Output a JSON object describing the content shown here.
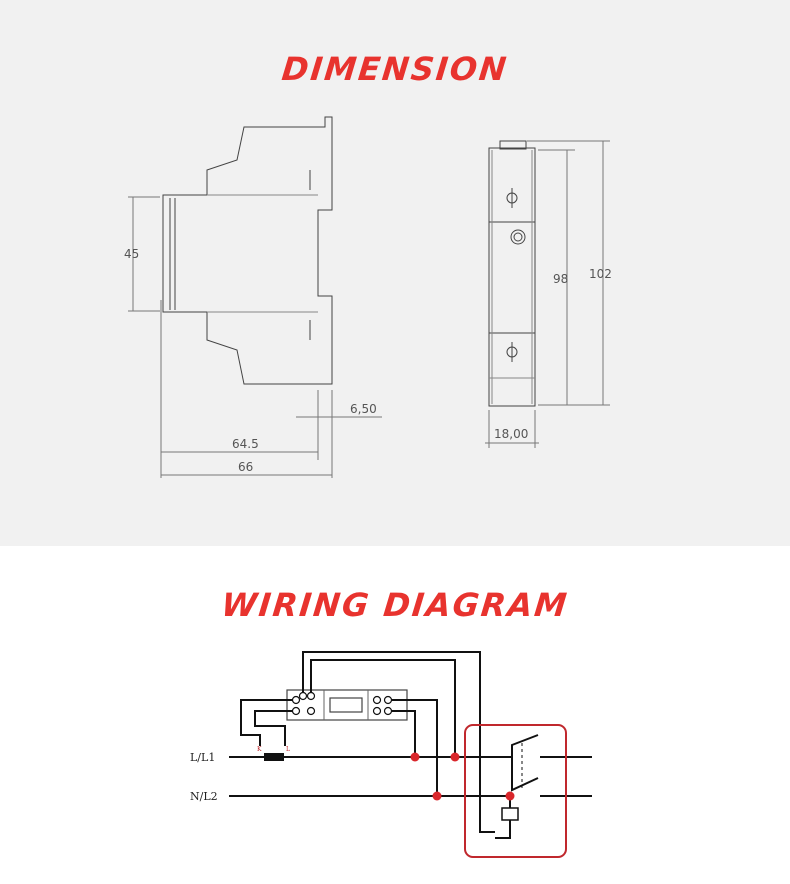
{
  "sections": {
    "dimension_title": "DIMENSION",
    "wiring_title": "WIRING DIAGRAM"
  },
  "dimensions": {
    "height_45": "45",
    "offset_6_50": "6,50",
    "depth_64_5": "64.5",
    "depth_66": "66",
    "front_98": "98",
    "front_102": "102",
    "width_18": "18,00"
  },
  "wiring": {
    "line_label": "L/L1",
    "neutral_label": "N/L2",
    "ct_k": "K",
    "ct_l": "L"
  },
  "colors": {
    "title_red": "#e8332e",
    "node_red": "#d9262b",
    "box_red": "#c0282d"
  }
}
